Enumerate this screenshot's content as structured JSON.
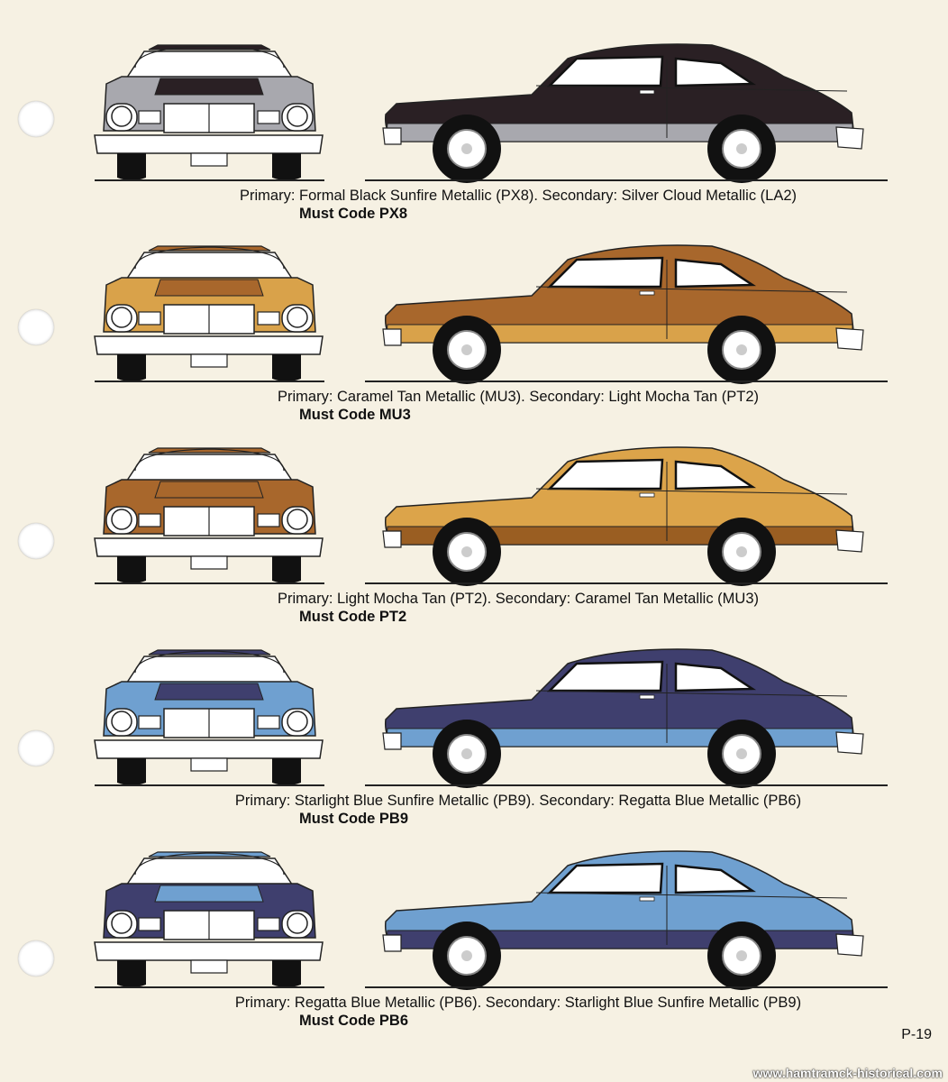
{
  "page_number": "P-19",
  "watermark": "www.hamtramck-historical.com",
  "variants": [
    {
      "caption": "Primary: Formal Black Sunfire Metallic (PX8). Secondary: Silver Cloud Metallic (LA2)",
      "code": "Must Code PX8",
      "colors": {
        "primary": "#2a2024",
        "secondary": "#a8a8ae",
        "front_body": "#a8a8ae",
        "front_hood": "#2a2024"
      }
    },
    {
      "caption": "Primary: Caramel Tan Metallic (MU3). Secondary: Light Mocha Tan (PT2)",
      "code": "Must Code MU3",
      "colors": {
        "primary": "#a8672c",
        "secondary": "#d9a24a",
        "front_body": "#d9a24a",
        "front_hood": "#a8672c"
      }
    },
    {
      "caption": "Primary: Light Mocha Tan (PT2). Secondary: Caramel Tan Metallic (MU3)",
      "code": "Must Code PT2",
      "colors": {
        "primary": "#dca44a",
        "secondary": "#9a5e22",
        "front_body": "#a8672c",
        "front_hood": "#a8672c"
      }
    },
    {
      "caption": "Primary: Starlight Blue Sunfire Metallic (PB9). Secondary: Regatta Blue Metallic (PB6)",
      "code": "Must Code PB9",
      "colors": {
        "primary": "#3f3f6e",
        "secondary": "#6fa0d0",
        "front_body": "#6fa0d0",
        "front_hood": "#3f3f6e"
      }
    },
    {
      "caption": "Primary: Regatta Blue Metallic (PB6). Secondary: Starlight Blue Sunfire Metallic (PB9)",
      "code": "Must Code PB6",
      "colors": {
        "primary": "#6fa0d0",
        "secondary": "#3f3f6e",
        "front_body": "#3f3f6e",
        "front_hood": "#6fa0d0"
      }
    }
  ]
}
